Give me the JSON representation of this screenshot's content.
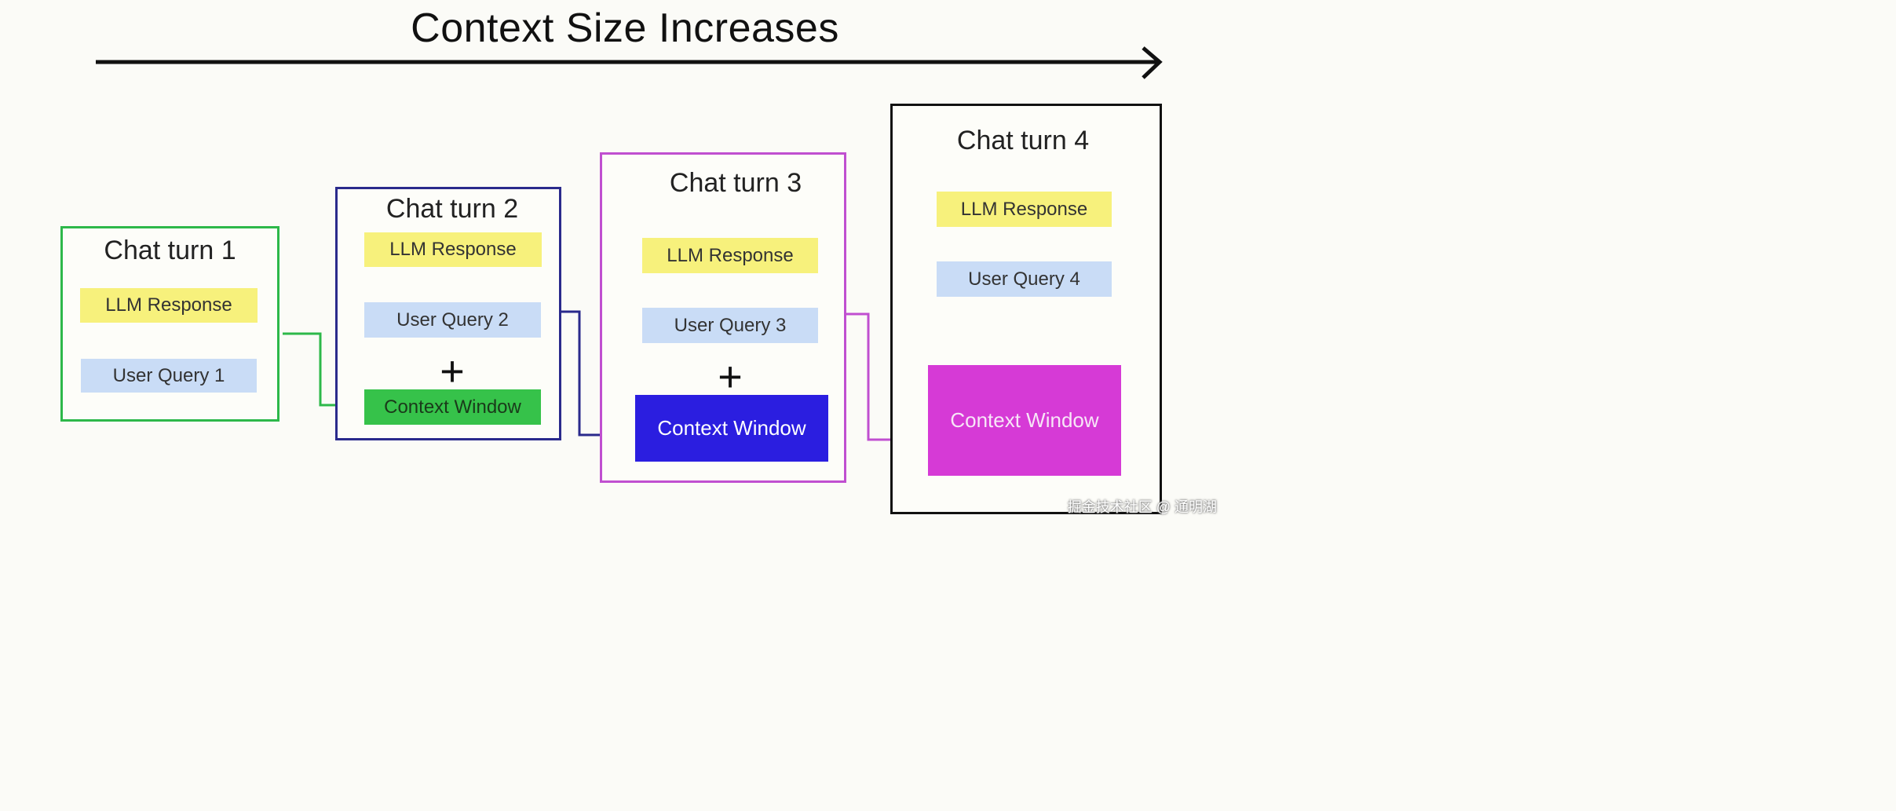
{
  "title": "Context Size Increases",
  "turns": [
    {
      "label": "Chat turn 1",
      "response": "LLM Response",
      "query": "User Query 1"
    },
    {
      "label": "Chat turn 2",
      "response": "LLM Response",
      "query": "User Query 2",
      "plus": "+",
      "context": "Context Window"
    },
    {
      "label": "Chat turn 3",
      "response": "LLM Response",
      "query": "User Query 3",
      "plus": "+",
      "context": "Context Window"
    },
    {
      "label": "Chat turn 4",
      "response": "LLM Response",
      "query": "User Query 4",
      "context": "Context Window"
    }
  ],
  "colors": {
    "turn1": "#2db84a",
    "turn2": "#2a2a8c",
    "turn3": "#c04fd0",
    "turn4": "#111111",
    "context2_fill": "#36c24a",
    "context3_fill": "#2b1ee0",
    "context4_fill": "#d63ad6",
    "llm_fill": "#f7f17c",
    "query_fill": "#c9dcf6"
  },
  "watermark": "掘金技术社区 @ 通明湖"
}
